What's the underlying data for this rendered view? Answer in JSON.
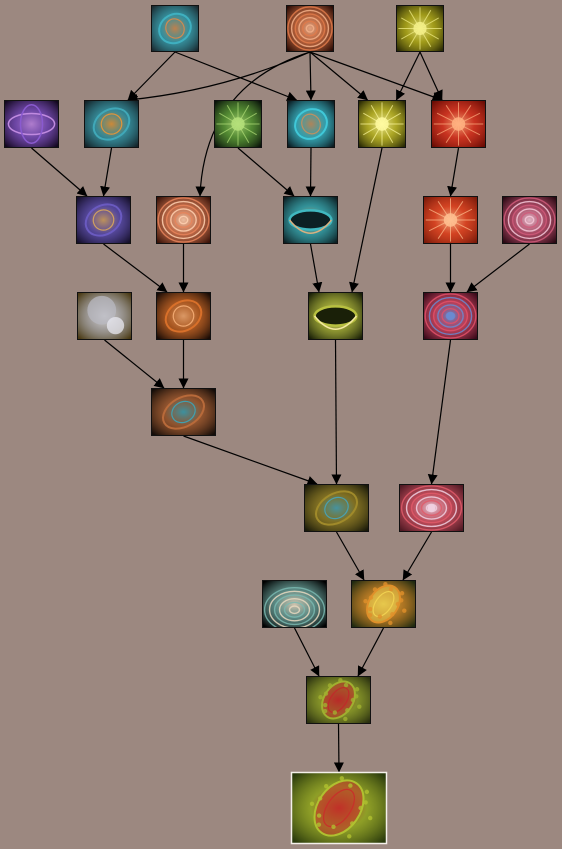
{
  "diagram": {
    "type": "fractal-genealogy-graph",
    "colors": {
      "background": "#9c8880",
      "edge": "#000000",
      "node_border": "#111111",
      "final_border": "#f4f0ea"
    },
    "nodes": [
      {
        "id": "n01",
        "name": "thumb-teal-swirl",
        "bg": "#1a2a30",
        "c1": "#3fb0c0",
        "c2": "#d08a50",
        "motif": "lens"
      },
      {
        "id": "n02",
        "name": "thumb-orange-oval",
        "bg": "#2a0c06",
        "c1": "#e07a4a",
        "c2": "#f3b08a",
        "motif": "rings"
      },
      {
        "id": "n03",
        "name": "thumb-yellow-glow",
        "bg": "#2a2a06",
        "c1": "#c8c020",
        "c2": "#f4f08a",
        "motif": "burst"
      },
      {
        "id": "n04",
        "name": "thumb-purple-orbit",
        "bg": "#140820",
        "c1": "#8a5ad0",
        "c2": "#c08ae0",
        "motif": "orbit"
      },
      {
        "id": "n05",
        "name": "thumb-teal-orange-lens",
        "bg": "#14242a",
        "c1": "#40a8b8",
        "c2": "#e0943a",
        "motif": "lens"
      },
      {
        "id": "n06",
        "name": "thumb-green-spark",
        "bg": "#0a140a",
        "c1": "#6ab040",
        "c2": "#b4e07a",
        "motif": "burst"
      },
      {
        "id": "n07",
        "name": "thumb-cyan-lens",
        "bg": "#0c1c22",
        "c1": "#40c8d8",
        "c2": "#c09060",
        "motif": "lens"
      },
      {
        "id": "n08",
        "name": "thumb-yellow-flare",
        "bg": "#2a2a04",
        "c1": "#d8d030",
        "c2": "#fffaa0",
        "motif": "burst"
      },
      {
        "id": "n09",
        "name": "thumb-red-flare",
        "bg": "#6a0c04",
        "c1": "#e8402a",
        "c2": "#ffb080",
        "motif": "burst"
      },
      {
        "id": "n10",
        "name": "thumb-purple-lens",
        "bg": "#16102a",
        "c1": "#6a5ac0",
        "c2": "#d0a060",
        "motif": "lens"
      },
      {
        "id": "n11",
        "name": "thumb-orange-rings",
        "bg": "#3a140a",
        "c1": "#e8845a",
        "c2": "#ffd0b0",
        "motif": "rings"
      },
      {
        "id": "n12",
        "name": "thumb-cyan-bowl",
        "bg": "#0c2024",
        "c1": "#40b8c0",
        "c2": "#d8b080",
        "motif": "bowl"
      },
      {
        "id": "n13",
        "name": "thumb-red-burst",
        "bg": "#7a1a0a",
        "c1": "#f0502a",
        "c2": "#ffc090",
        "motif": "burst"
      },
      {
        "id": "n14",
        "name": "thumb-pink-rings",
        "bg": "#2a0a14",
        "c1": "#d05a7a",
        "c2": "#f4c8d8",
        "motif": "rings"
      },
      {
        "id": "n15",
        "name": "thumb-silver-orbs",
        "bg": "#4a3a14",
        "c1": "#b8b8c0",
        "c2": "#e8e8f0",
        "motif": "orbs"
      },
      {
        "id": "n16",
        "name": "thumb-orange-lens",
        "bg": "#1a0c06",
        "c1": "#d8702a",
        "c2": "#f0a870",
        "motif": "lens"
      },
      {
        "id": "n17",
        "name": "thumb-green-maw",
        "bg": "#1a2008",
        "c1": "#b8c040",
        "c2": "#f4e8a0",
        "motif": "bowl"
      },
      {
        "id": "n18",
        "name": "thumb-pink-target",
        "bg": "#3a0a1a",
        "c1": "#e0506a",
        "c2": "#6a8ad0",
        "motif": "target"
      },
      {
        "id": "n19",
        "name": "thumb-bronze-lens",
        "bg": "#140c08",
        "c1": "#b86a3a",
        "c2": "#40a0b0",
        "motif": "lens"
      },
      {
        "id": "n20",
        "name": "thumb-olive-lens",
        "bg": "#1a1a0a",
        "c1": "#a08a2a",
        "c2": "#4aa0b0",
        "motif": "lens"
      },
      {
        "id": "n21",
        "name": "thumb-rose-target",
        "bg": "#501a24",
        "c1": "#e05a6a",
        "c2": "#f0d0e0",
        "motif": "target"
      },
      {
        "id": "n22",
        "name": "thumb-dome",
        "bg": "#000000",
        "c1": "#7ab8b0",
        "c2": "#e8d8c0",
        "motif": "dome"
      },
      {
        "id": "n23",
        "name": "thumb-star-lens",
        "bg": "#202a10",
        "c1": "#e0902a",
        "c2": "#f0d050",
        "motif": "leaf"
      },
      {
        "id": "n24",
        "name": "thumb-green-leaf",
        "bg": "#2a3010",
        "c1": "#a0b030",
        "c2": "#c02a2a",
        "motif": "leaf"
      },
      {
        "id": "n25",
        "name": "thumb-final-leaf",
        "bg": "#2a3a0c",
        "c1": "#b0c030",
        "c2": "#c8302a",
        "motif": "leaf",
        "final": true
      }
    ],
    "edges": [
      [
        "n01",
        "n05"
      ],
      [
        "n01",
        "n07"
      ],
      [
        "n02",
        "n05"
      ],
      [
        "n02",
        "n07"
      ],
      [
        "n02",
        "n08"
      ],
      [
        "n02",
        "n09"
      ],
      [
        "n02",
        "n11"
      ],
      [
        "n03",
        "n08"
      ],
      [
        "n03",
        "n09"
      ],
      [
        "n04",
        "n10"
      ],
      [
        "n05",
        "n10"
      ],
      [
        "n06",
        "n12"
      ],
      [
        "n07",
        "n12"
      ],
      [
        "n09",
        "n13"
      ],
      [
        "n10",
        "n16"
      ],
      [
        "n11",
        "n16"
      ],
      [
        "n12",
        "n17"
      ],
      [
        "n08",
        "n17"
      ],
      [
        "n13",
        "n18"
      ],
      [
        "n14",
        "n18"
      ],
      [
        "n15",
        "n19"
      ],
      [
        "n16",
        "n19"
      ],
      [
        "n19",
        "n20"
      ],
      [
        "n17",
        "n20"
      ],
      [
        "n18",
        "n21"
      ],
      [
        "n20",
        "n23"
      ],
      [
        "n21",
        "n23"
      ],
      [
        "n22",
        "n24"
      ],
      [
        "n23",
        "n24"
      ],
      [
        "n24",
        "n25"
      ]
    ]
  }
}
